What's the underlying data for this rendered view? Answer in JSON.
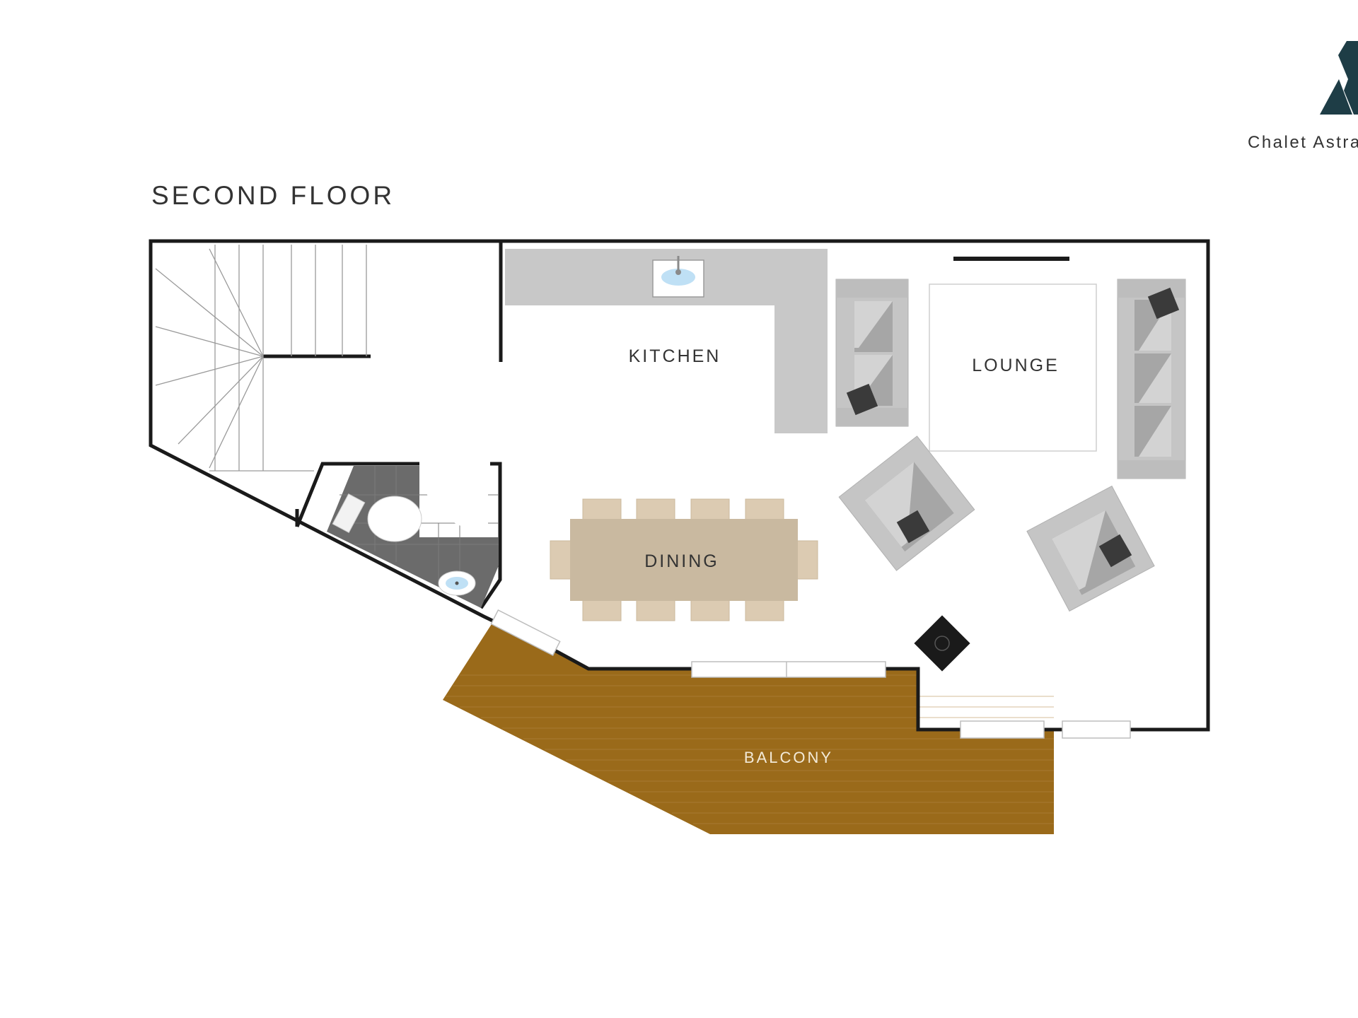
{
  "plan": {
    "title": "SECOND FLOOR",
    "brand_name": "Chalet Astra",
    "logo_icon": "mountain-peaks-logo",
    "rooms": {
      "kitchen": "KITCHEN",
      "lounge": "LOUNGE",
      "dining": "DINING",
      "balcony": "BALCONY"
    }
  },
  "colors": {
    "wall": "#1a1a1a",
    "counter": "#c8c8c8",
    "sofa": "#c5c5c5",
    "table": "#c9b9a0",
    "chair": "#dccbb2",
    "deck": "#9a6a1a",
    "bathroom": "#6b6b6b",
    "logo": "#1e3d46",
    "text": "#333333"
  },
  "icons": [
    "staircase-icon",
    "sink-icon",
    "toilet-icon",
    "basin-icon",
    "stove-icon",
    "sofa-icon",
    "armchair-icon",
    "side-table-icon",
    "fireplace-icon",
    "window-icon"
  ]
}
